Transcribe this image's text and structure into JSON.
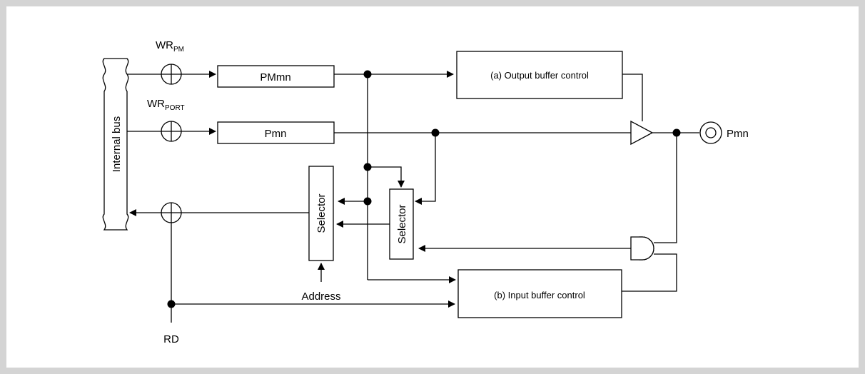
{
  "labels": {
    "internal_bus": "Internal bus",
    "wr_pm_main": "WR",
    "wr_pm_sub": "PM",
    "wr_port_main": "WR",
    "wr_port_sub": "PORT",
    "pmmn_register": "PMmn",
    "pmn_register": "Pmn",
    "output_buffer_control": "(a) Output buffer control",
    "input_buffer_control": "(b) Input buffer control",
    "selector_left": "Selector",
    "selector_right": "Selector",
    "address": "Address",
    "rd": "RD",
    "pin": "Pmn"
  }
}
